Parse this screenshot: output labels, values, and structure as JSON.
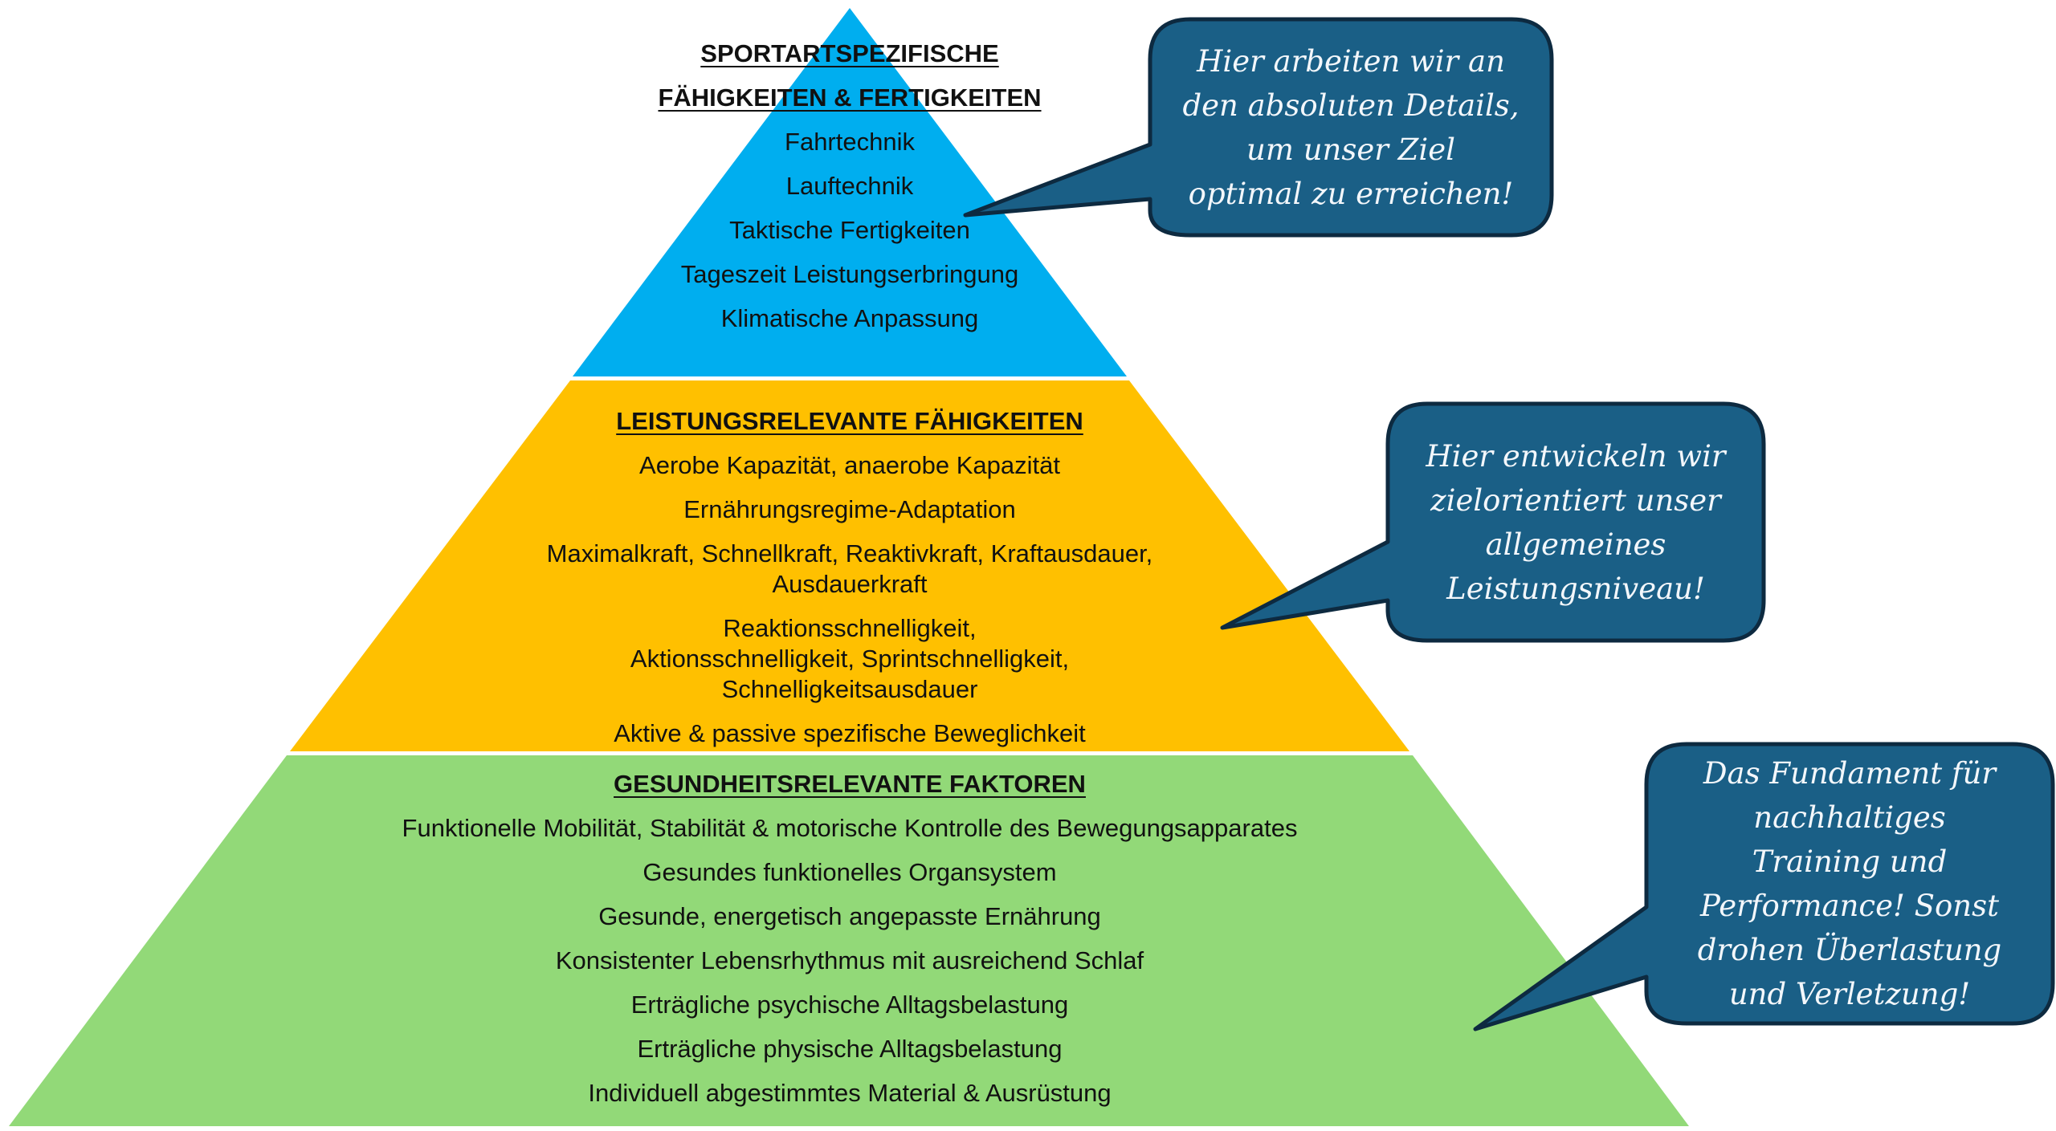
{
  "diagram": {
    "type": "pyramid",
    "colors": {
      "tier_top": "#00aeef",
      "tier_middle": "#ffc000",
      "tier_bottom": "#92d978",
      "bubble_fill": "#1a5f86",
      "bubble_border": "#0d2a40",
      "text": "#111111",
      "bubble_text": "#f3f7fb"
    },
    "tiers": [
      {
        "id": "top",
        "heading": "SPORTARTSPEZIFISCHE FÄHIGKEITEN & FERTIGKEITEN",
        "heading_lines": [
          "SPORTARTSPEZIFISCHE",
          "FÄHIGKEITEN & FERTIGKEITEN"
        ],
        "items": [
          "Fahrtechnik",
          "Lauftechnik",
          "Taktische Fertigkeiten",
          "Tageszeit Leistungserbringung",
          "Klimatische Anpassung"
        ]
      },
      {
        "id": "middle",
        "heading": "LEISTUNGSRELEVANTE FÄHIGKEITEN",
        "items": [
          "Aerobe Kapazität, anaerobe Kapazität",
          "Ernährungsregime-Adaptation",
          "Maximalkraft, Schnellkraft, Reaktivkraft, Kraftausdauer, Ausdauerkraft",
          "Reaktionsschnelligkeit, Aktionsschnelligkeit, Sprintschnelligkeit, Schnelligkeitsausdauer",
          "Aktive & passive spezifische Beweglichkeit"
        ]
      },
      {
        "id": "bottom",
        "heading": "GESUNDHEITSRELEVANTE FAKTOREN",
        "items": [
          "Funktionelle Mobilität, Stabilität & motorische Kontrolle des Bewegungsapparates",
          "Gesundes funktionelles Organsystem",
          "Gesunde, energetisch angepasste Ernährung",
          "Konsistenter Lebensrhythmus mit ausreichend Schlaf",
          "Erträgliche psychische Alltagsbelastung",
          "Erträgliche physische Alltagsbelastung",
          "Individuell abgestimmtes Material & Ausrüstung"
        ]
      }
    ],
    "callouts": [
      {
        "target": "top",
        "lines": [
          "Hier arbeiten wir an",
          "den absoluten Details,",
          "um unser Ziel",
          "optimal zu erreichen!"
        ]
      },
      {
        "target": "middle",
        "lines": [
          "Hier entwickeln wir",
          "zielorientiert unser",
          "allgemeines",
          "Leistungsniveau!"
        ]
      },
      {
        "target": "bottom",
        "lines": [
          "Das Fundament für",
          "nachhaltiges",
          "Training und",
          "Performance! Sonst",
          "drohen Überlastung",
          "und Verletzung!"
        ]
      }
    ]
  }
}
